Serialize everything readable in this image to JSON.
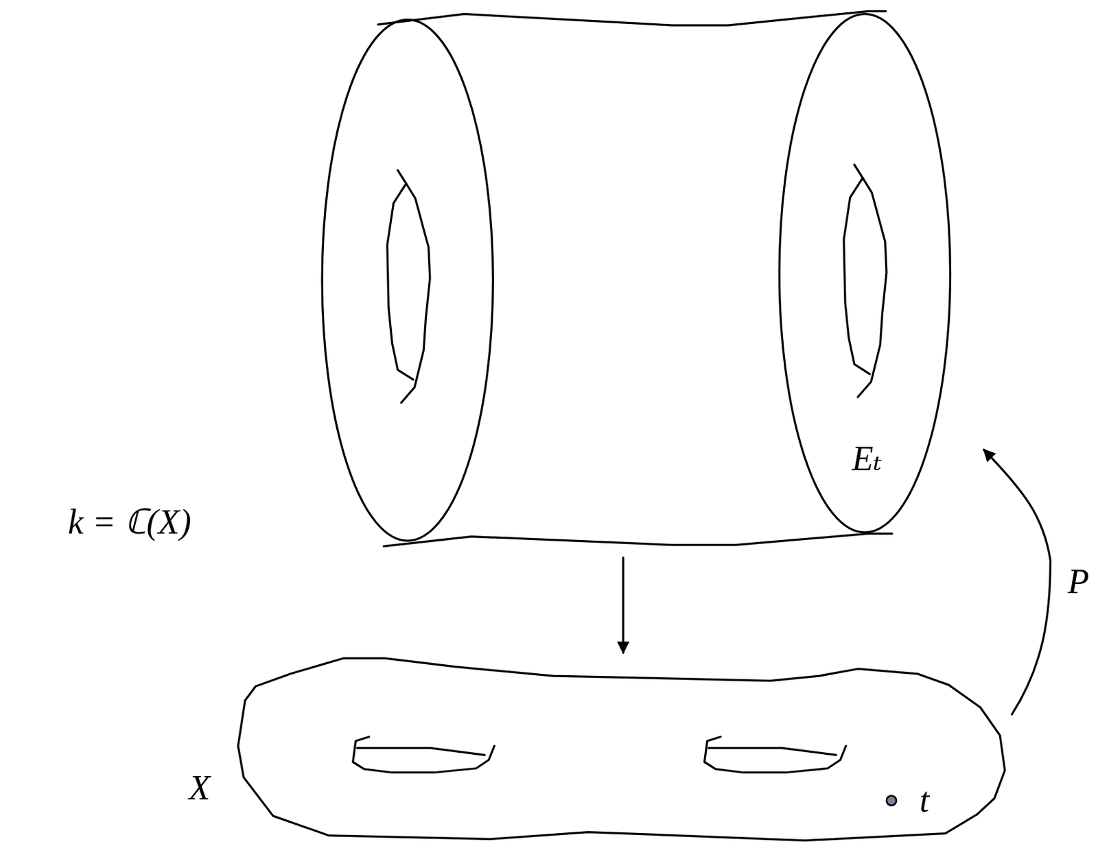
{
  "diagram": {
    "labels": [
      "Eₜ",
      "k = ℂ(X)",
      "P",
      "X",
      "t"
    ]
  }
}
